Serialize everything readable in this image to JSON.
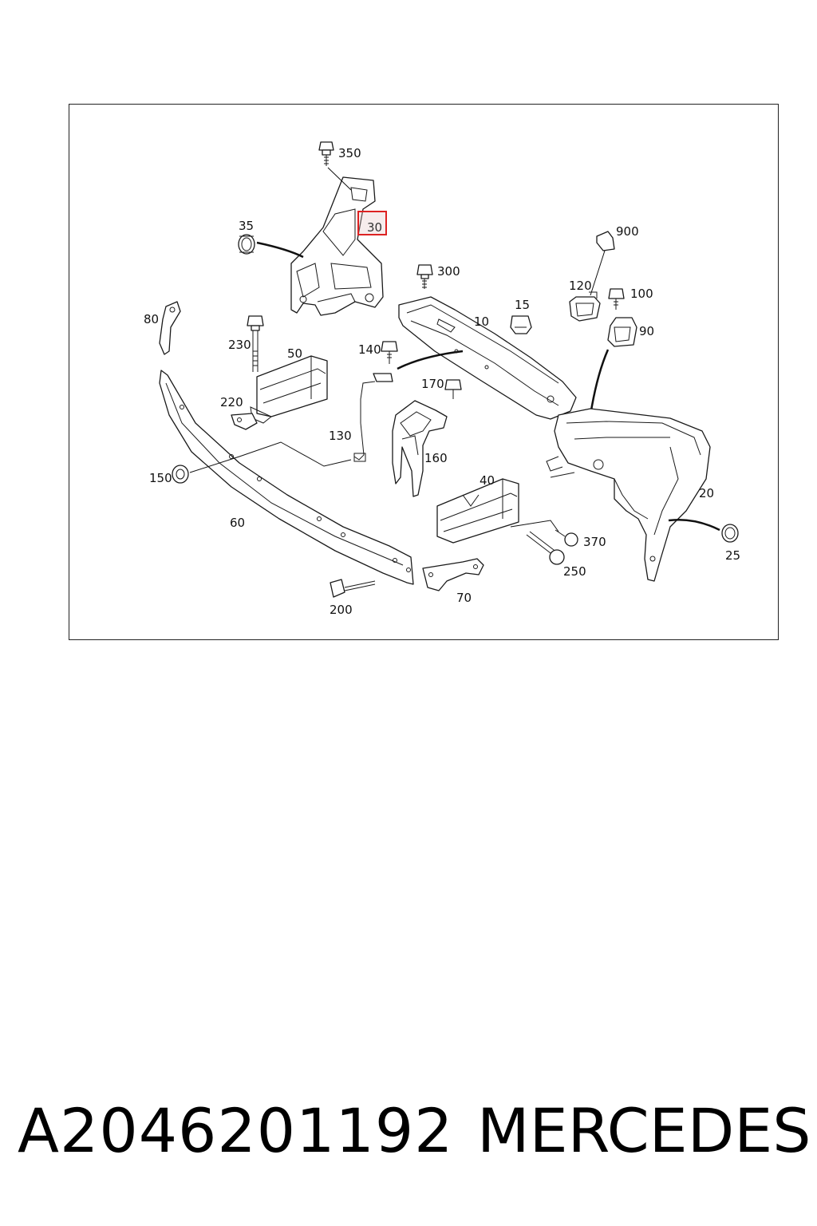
{
  "diagram": {
    "highlighted_callout": "30",
    "highlight_color": "#dd2222",
    "callouts": {
      "c350": "350",
      "c30": "30",
      "c35": "35",
      "c900": "900",
      "c300": "300",
      "c120": "120",
      "c100": "100",
      "c15": "15",
      "c10": "10",
      "c90": "90",
      "c80": "80",
      "c230": "230",
      "c50": "50",
      "c140": "140",
      "c170": "170",
      "c220": "220",
      "c130": "130",
      "c160": "160",
      "c150": "150",
      "c40": "40",
      "c20": "20",
      "c60": "60",
      "c370": "370",
      "c25": "25",
      "c250": "250",
      "c200": "200",
      "c70": "70"
    }
  },
  "footer": {
    "part_number": "A2046201192",
    "brand": "MERCEDES"
  }
}
